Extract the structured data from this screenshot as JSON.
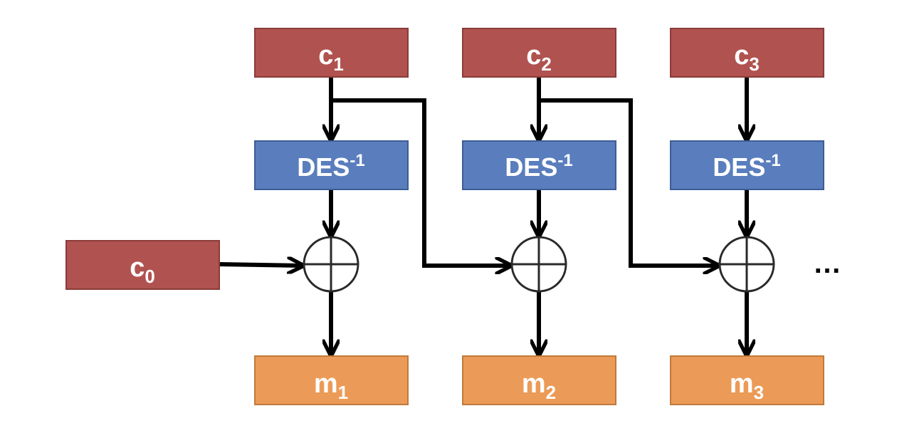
{
  "colors": {
    "ciphertext_fill": "#b05350",
    "ciphertext_stroke": "#8a3b38",
    "des_fill": "#5a7ebd",
    "des_stroke": "#3d5d95",
    "plaintext_fill": "#eb9b57",
    "plaintext_stroke": "#c07a3a",
    "arrow": "#000000",
    "label": "#ffffff"
  },
  "icons": {
    "xor": "xor-circle-plus-icon"
  },
  "iv_block": {
    "letter": "c",
    "subscript": "0"
  },
  "stages": [
    {
      "ciphertext": {
        "letter": "c",
        "subscript": "1"
      },
      "decrypt": {
        "base": "DES",
        "superscript": "-1"
      },
      "plaintext": {
        "letter": "m",
        "subscript": "1"
      }
    },
    {
      "ciphertext": {
        "letter": "c",
        "subscript": "2"
      },
      "decrypt": {
        "base": "DES",
        "superscript": "-1"
      },
      "plaintext": {
        "letter": "m",
        "subscript": "2"
      }
    },
    {
      "ciphertext": {
        "letter": "c",
        "subscript": "3"
      },
      "decrypt": {
        "base": "DES",
        "superscript": "-1"
      },
      "plaintext": {
        "letter": "m",
        "subscript": "3"
      }
    }
  ],
  "continuation": "…"
}
